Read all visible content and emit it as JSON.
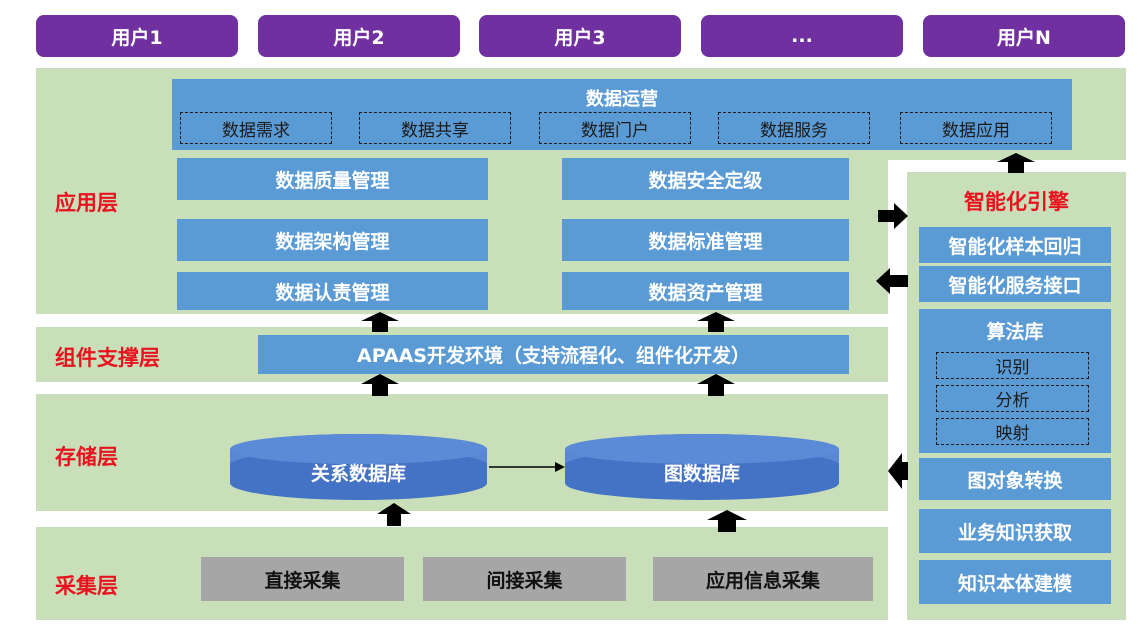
{
  "users": [
    "用户1",
    "用户2",
    "用户3",
    "...",
    "用户N"
  ],
  "layers": {
    "application": "应用层",
    "component": "组件支撑层",
    "storage": "存储层",
    "collection": "采集层"
  },
  "data_operations": {
    "title": "数据运营",
    "items": [
      "数据需求",
      "数据共享",
      "数据门户",
      "数据服务",
      "数据应用"
    ]
  },
  "management": {
    "quality": "数据质量管理",
    "security": "数据安全定级",
    "architecture": "数据架构管理",
    "standard": "数据标准管理",
    "accountability": "数据认责管理",
    "asset": "数据资产管理"
  },
  "apaas": "APAAS开发环境（支持流程化、组件化开发）",
  "storage": {
    "relational_db": "关系数据库",
    "graph_db": "图数据库"
  },
  "collection": [
    "直接采集",
    "间接采集",
    "应用信息采集"
  ],
  "engine": {
    "title": "智能化引擎",
    "sample_regression": "智能化样本回归",
    "service_interface": "智能化服务接口",
    "algorithm_library": {
      "title": "算法库",
      "items": [
        "识别",
        "分析",
        "映射"
      ]
    },
    "graph_object_conversion": "图对象转换",
    "business_knowledge": "业务知识获取",
    "ontology_modeling": "知识本体建模"
  },
  "colors": {
    "user_purple": "#7030a0",
    "band_green": "#c9dfb9",
    "box_blue": "#5b9bd5",
    "db_blue": "#4472c4",
    "gray": "#a6a6a6",
    "label_red": "#e8131f"
  }
}
